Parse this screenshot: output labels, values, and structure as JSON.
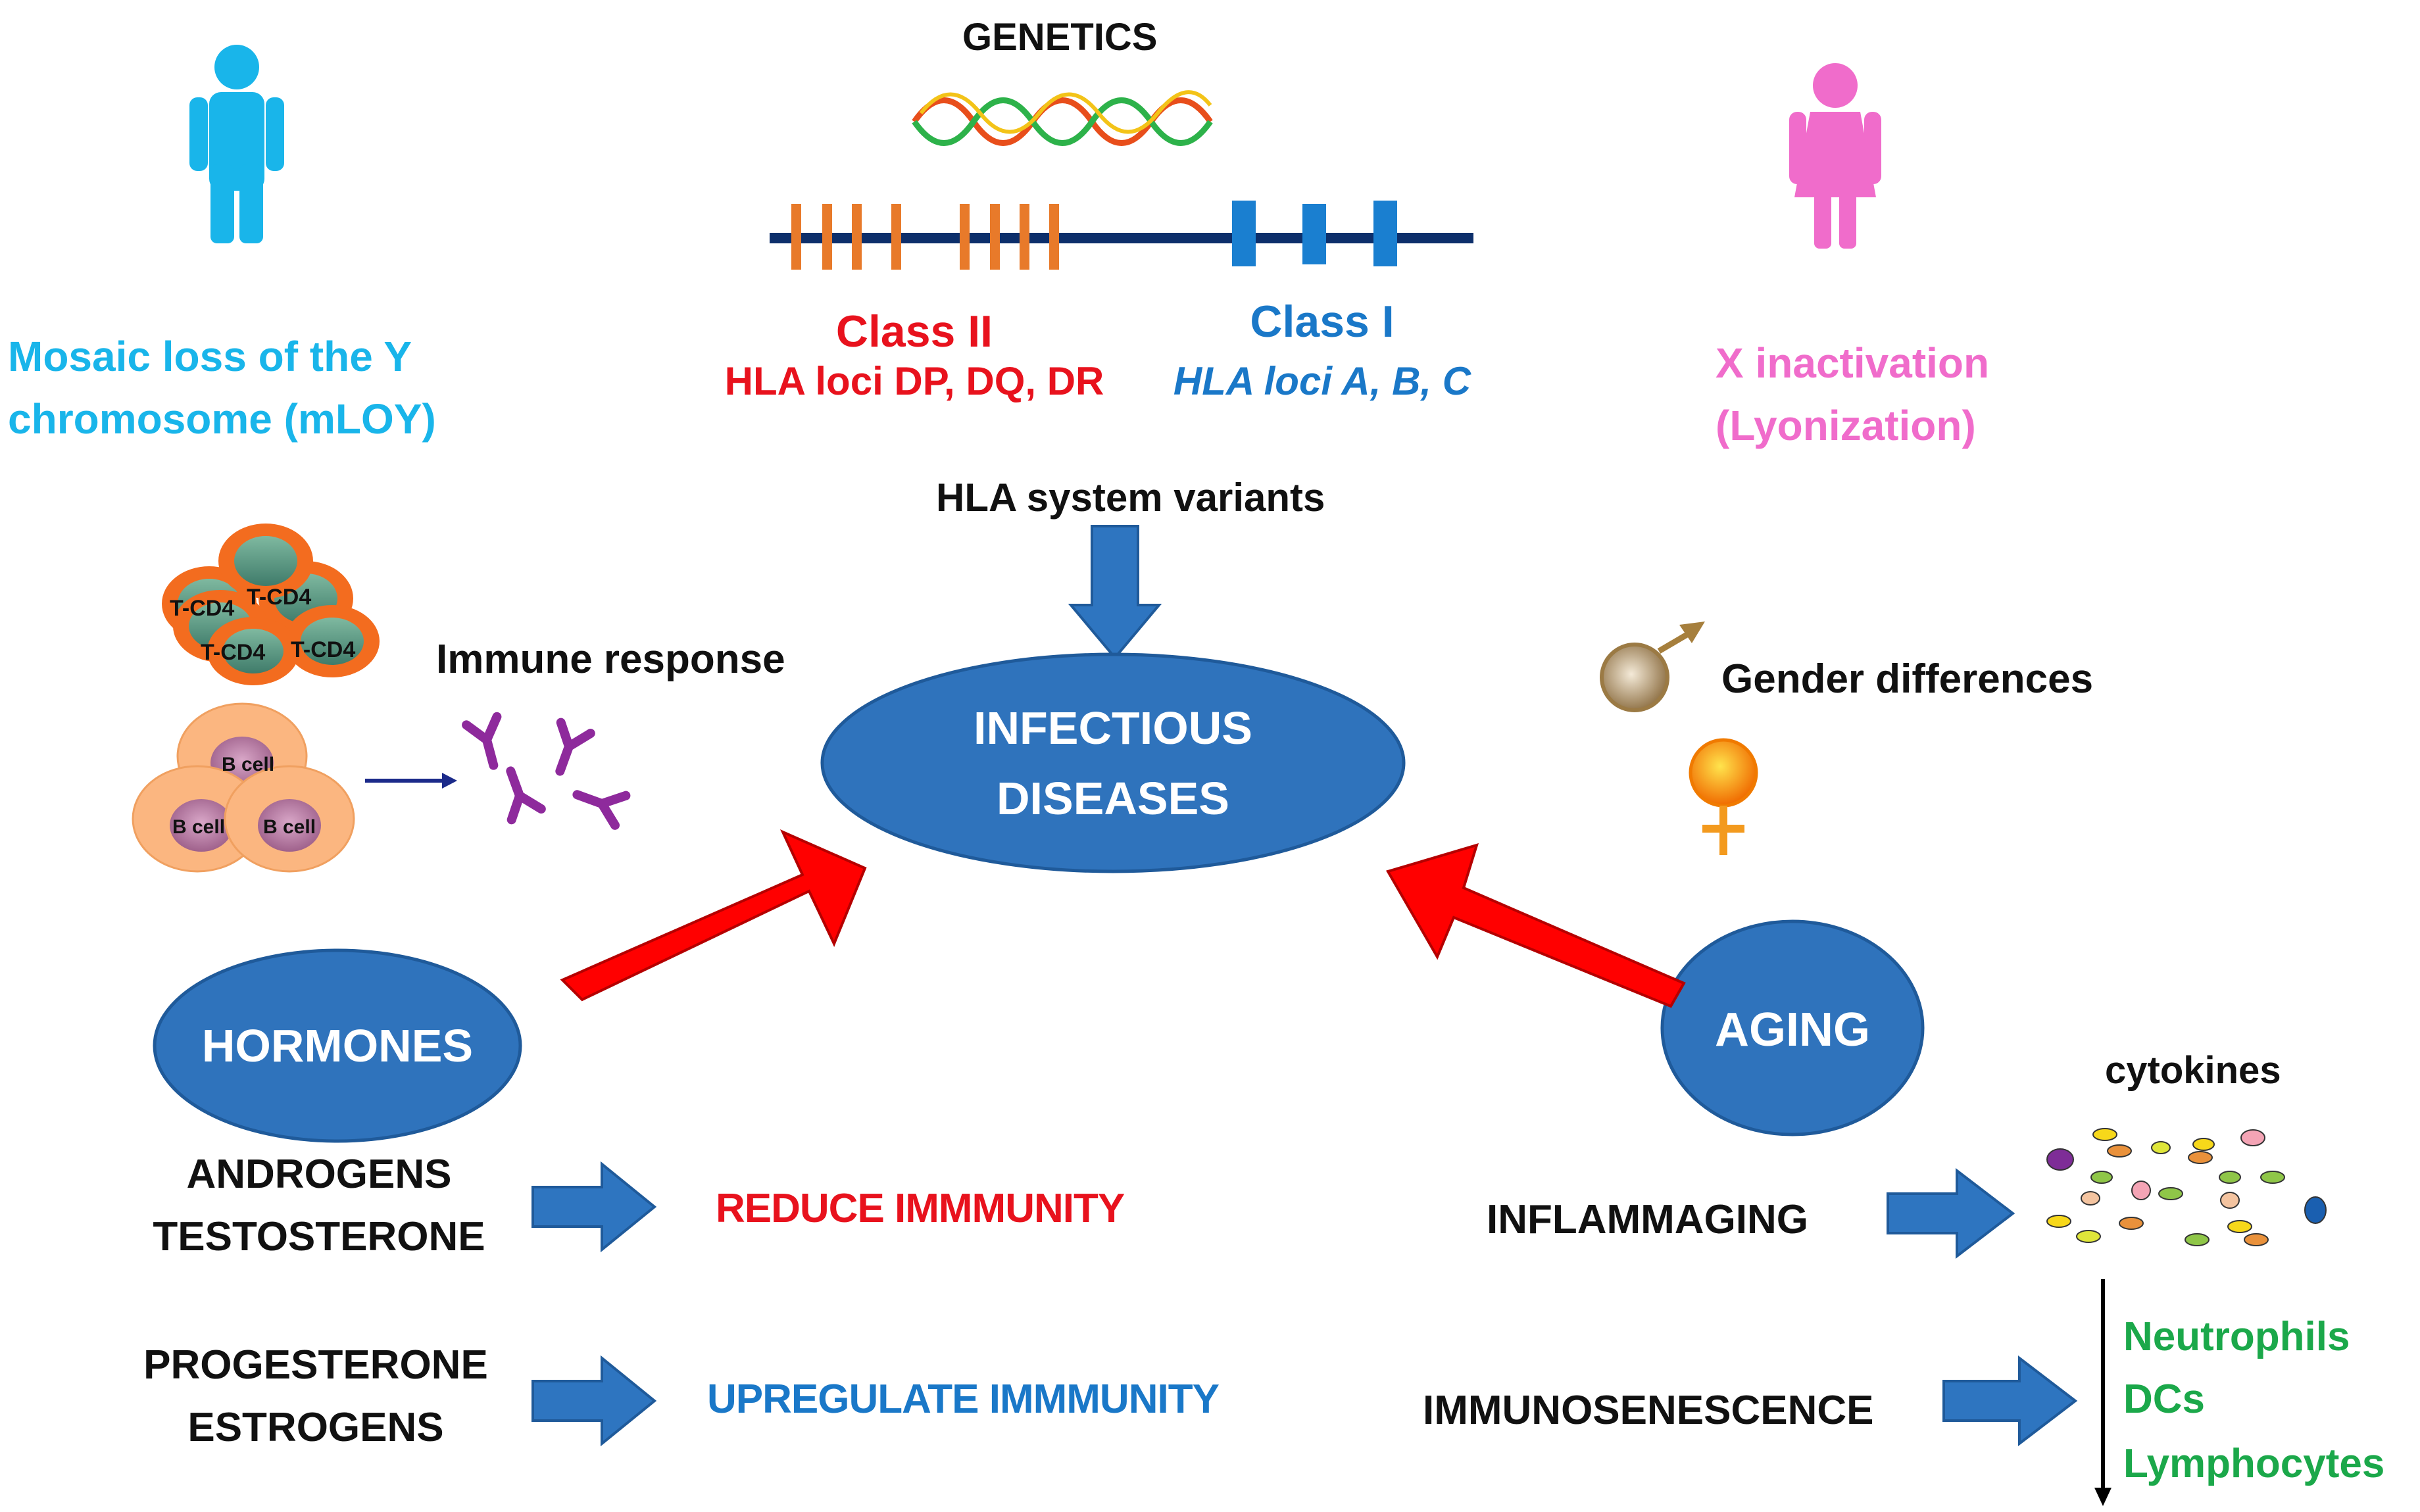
{
  "genetics": {
    "title": "GENETICS",
    "class2": {
      "title": "Class II",
      "loci": "HLA loci DP, DQ, DR"
    },
    "class1": {
      "title": "Class I",
      "loci": "HLA loci A, B, C"
    },
    "hla_variants": "HLA system variants"
  },
  "mloy": {
    "line1": "Mosaic loss of the Y",
    "line2": "chromosome (mLOY)"
  },
  "x_inactivation": {
    "line1": "X inactivation",
    "line2": "(Lyonization)"
  },
  "immune": {
    "label": "Immune response",
    "t_cells": [
      "T-CD4",
      "T-CD4",
      "T-CD4",
      "T-CD4"
    ],
    "b_cells": [
      "B cell",
      "B cell",
      "B cell"
    ]
  },
  "gender": {
    "label": "Gender differences"
  },
  "center": {
    "line1": "INFECTIOUS",
    "line2": "DISEASES"
  },
  "hormones": {
    "title": "HORMONES",
    "row1": {
      "line1": "ANDROGENS",
      "line2": "TESTOSTERONE",
      "effect": "REDUCE IMMMUNITY"
    },
    "row2": {
      "line1": "PROGESTERONE",
      "line2": "ESTROGENS",
      "effect": "UPREGULATE IMMMUNITY"
    }
  },
  "aging": {
    "title": "AGING",
    "cytokines": "cytokines",
    "inflammaging": "INFLAMMAGING",
    "immunosenescence": "IMMUNOSENESCENCE",
    "cells": [
      "Neutrophils",
      "DCs",
      "Lymphocytes"
    ]
  },
  "colors": {
    "ellipse": "#2F73BC",
    "blue_arrow": "#2E75C0",
    "red_arrow": "#FF0000",
    "male_icon": "#19B5EA",
    "female_icon": "#F06CCB",
    "class2_bars": "#E87A2A",
    "class1_bars": "#1A7FD0",
    "chromosome_line": "#0D2F6B"
  }
}
